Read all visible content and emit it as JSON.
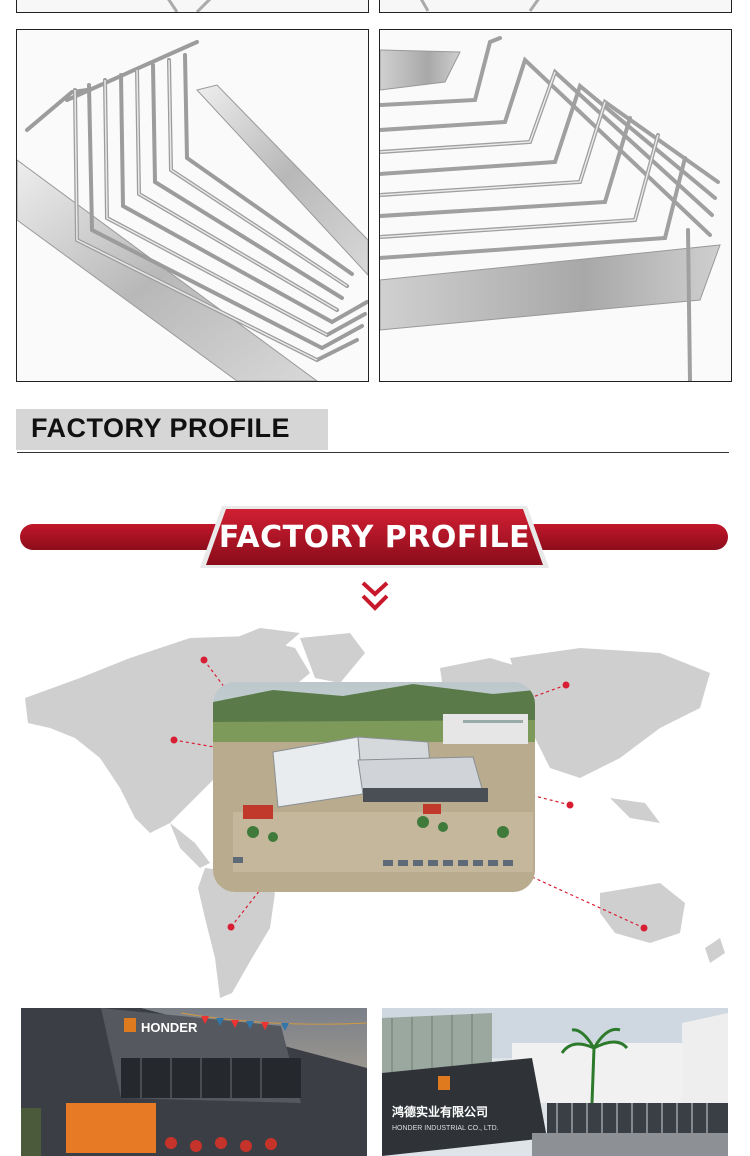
{
  "product_photos": {
    "top_left_alt": "stainless steel wire basket corner",
    "top_right_alt": "stainless steel wire basket corner",
    "left_alt": "corner shower caddy wire basket, left view",
    "right_alt": "corner shower caddy wire basket, right view"
  },
  "section_header": {
    "label": "FACTORY PROFILE"
  },
  "banner": {
    "title": "FACTORY PROFILE",
    "chevron_icon": "double-chevron-down-icon",
    "primary_color": "#b3142a",
    "accent_color": "#e0263a"
  },
  "world_map": {
    "marker_color": "#d81e33",
    "map_color": "#cfcfcf"
  },
  "bottom_photos": {
    "left_sign": "HONDER",
    "right_sign_cn": "鸿德实业有限公司",
    "right_sign_en": "HONDER INDUSTRIAL CO., LTD."
  }
}
